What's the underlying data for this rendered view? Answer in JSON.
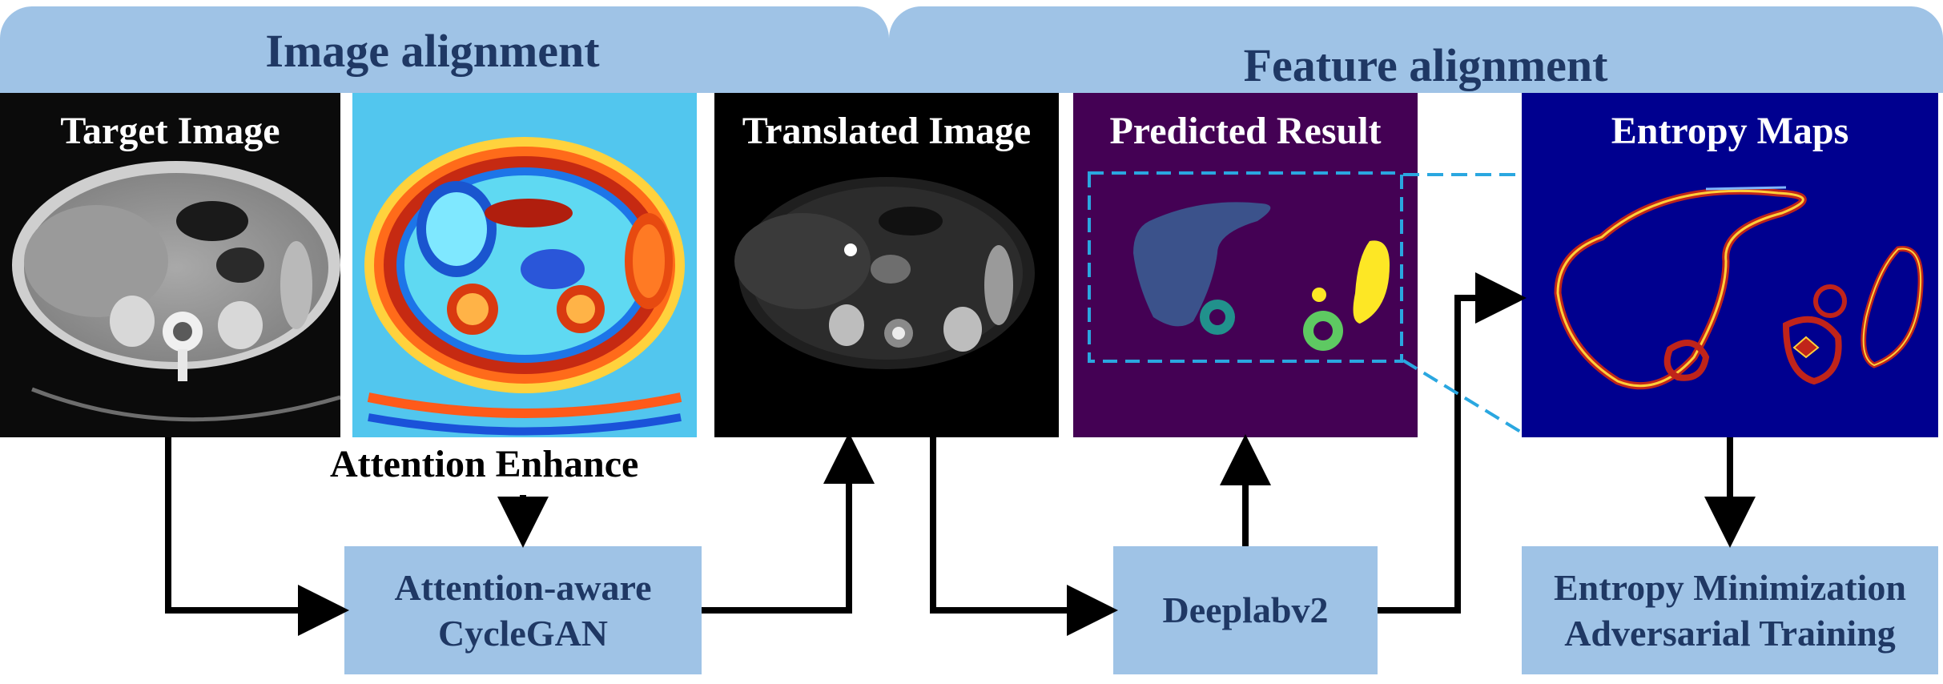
{
  "banners": {
    "left_title": "Image alignment",
    "right_title": "Feature alignment"
  },
  "panels": {
    "target_image": "Target Image",
    "translated_image": "Translated Image",
    "predicted_result": "Predicted  Result",
    "entropy_maps": "Entropy Maps"
  },
  "labels": {
    "attention_enhance": "Attention  Enhance"
  },
  "boxes": {
    "cyclegan_line1": "Attention-aware",
    "cyclegan_line2": "CycleGAN",
    "deeplab": "Deeplabv2",
    "entropy_line1": "Entropy  Minimization",
    "entropy_line2": "Adversarial  Training"
  },
  "colors": {
    "banner": "#9fc3e6",
    "text_dark": "#1f3864",
    "dashed_cyan": "#2aa7e0",
    "prediction_bg": "#440154",
    "entropy_bg": "#00008f"
  }
}
